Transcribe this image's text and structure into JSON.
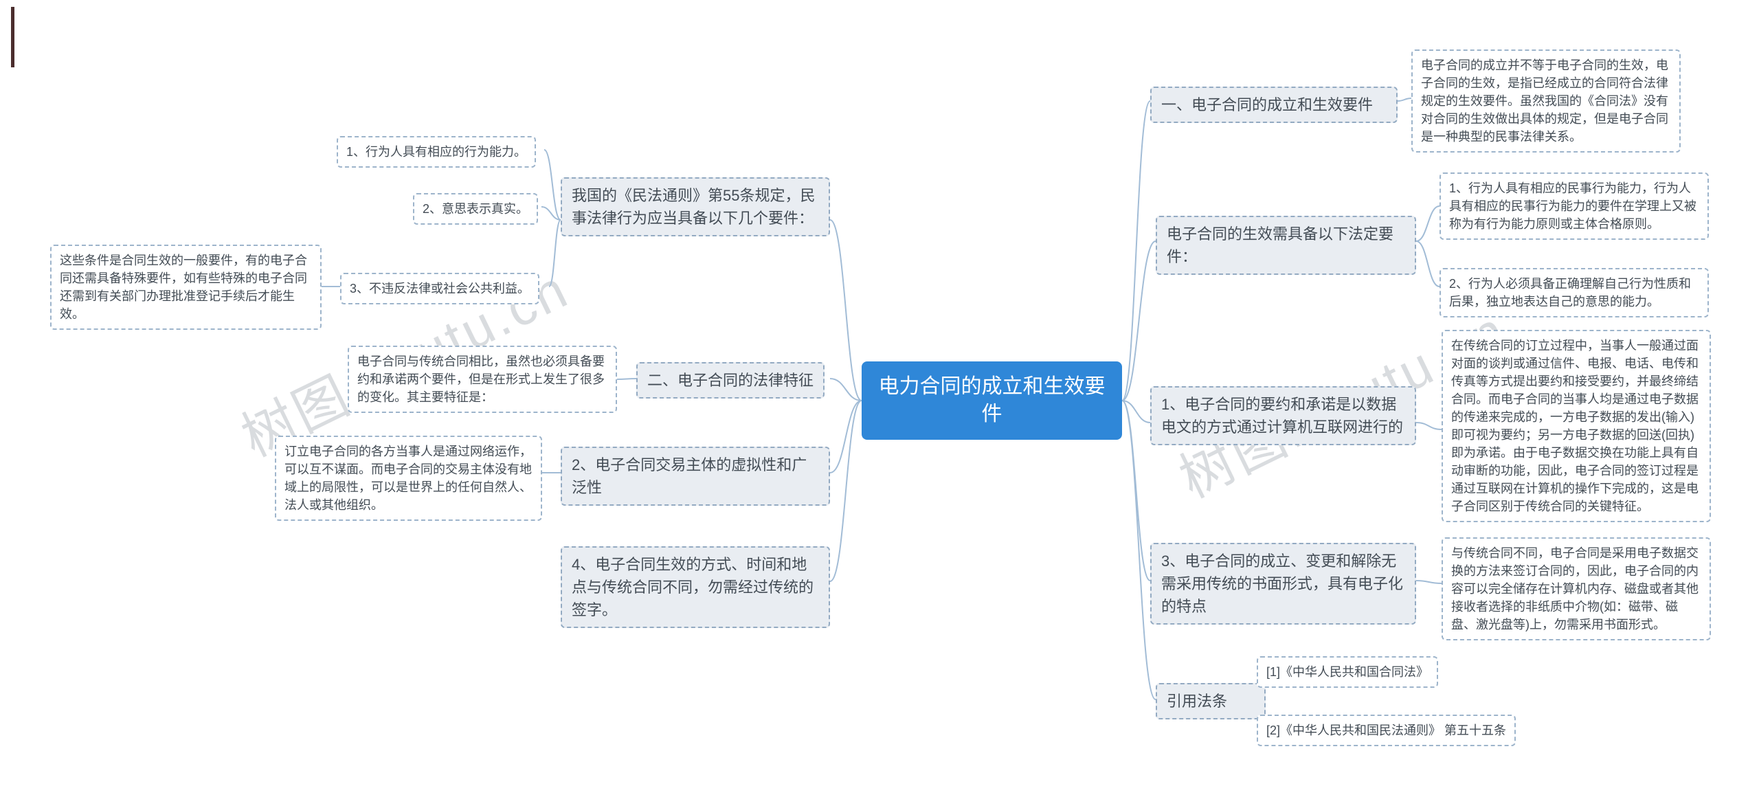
{
  "watermark": {
    "text": "树图.shutu.cn"
  },
  "root": {
    "label": "电力合同的成立和生效要件"
  },
  "left_branches": [
    {
      "label": "我国的《民法通则》第55条规定，民事法律行为应当具备以下几个要件：",
      "children": [
        "1、行为人具有相应的行为能力。",
        "2、意思表示真实。",
        "3、不违反法律或社会公共利益。"
      ],
      "note": "这些条件是合同生效的一般要件，有的电子合同还需具备特殊要件，如有些特殊的电子合同还需到有关部门办理批准登记手续后才能生效。"
    },
    {
      "label": "二、电子合同的法律特征",
      "children": [
        "电子合同与传统合同相比，虽然也必须具备要约和承诺两个要件，但是在形式上发生了很多的变化。其主要特征是："
      ]
    },
    {
      "label": "2、电子合同交易主体的虚拟性和广泛性",
      "children": [
        "订立电子合同的各方当事人是通过网络运作，可以互不谋面。而电子合同的交易主体没有地域上的局限性，可以是世界上的任何自然人、法人或其他组织。"
      ]
    },
    {
      "label": "4、电子合同生效的方式、时间和地点与传统合同不同，勿需经过传统的签字。",
      "children": []
    }
  ],
  "right_branches": [
    {
      "label": "一、电子合同的成立和生效要件",
      "children": [
        "电子合同的成立并不等于电子合同的生效，电子合同的生效，是指已经成立的合同符合法律规定的生效要件。虽然我国的《合同法》没有对合同的生效做出具体的规定，但是电子合同是一种典型的民事法律关系。"
      ]
    },
    {
      "label": "电子合同的生效需具备以下法定要件：",
      "children": [
        "1、行为人具有相应的民事行为能力，行为人具有相应的民事行为能力的要件在学理上又被称为有行为能力原则或主体合格原则。",
        "2、行为人必须具备正确理解自己行为性质和后果，独立地表达自己的意思的能力。"
      ]
    },
    {
      "label": "1、电子合同的要约和承诺是以数据电文的方式通过计算机互联网进行的",
      "children": [
        "在传统合同的订立过程中，当事人一般通过面对面的谈判或通过信件、电报、电话、电传和传真等方式提出要约和接受要约，并最终缔结合同。而电子合同的当事人均是通过电子数据的传递来完成的，一方电子数据的发出(输入)即可视为要约；另一方电子数据的回送(回执)即为承诺。由于电子数据交换在功能上具有自动审断的功能，因此，电子合同的签订过程是通过互联网在计算机的操作下完成的，这是电子合同区别于传统合同的关键特征。"
      ]
    },
    {
      "label": "3、电子合同的成立、变更和解除无需采用传统的书面形式，具有电子化的特点",
      "children": [
        "与传统合同不同，电子合同是采用电子数据交换的方法来签订合同的，因此，电子合同的内容可以完全储存在计算机内存、磁盘或者其他接收者选择的非纸质中介物(如：磁带、磁盘、激光盘等)上，勿需采用书面形式。"
      ]
    },
    {
      "label": "引用法条",
      "children": [
        "[1]《中华人民共和国合同法》",
        "[2]《中华人民共和国民法通则》 第五十五条"
      ]
    }
  ]
}
